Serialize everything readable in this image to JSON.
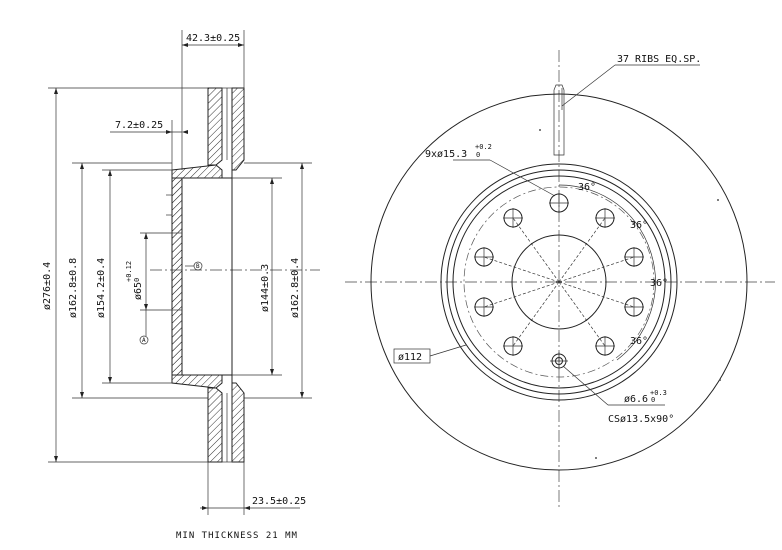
{
  "dimensions": {
    "overall_width": "42.3±0.25",
    "hub_thickness": "7.2±0.25",
    "disc_diameter": "ø276±0.4",
    "hat_diameter_left": "ø162.8±0.8",
    "hat_inner_diameter": "ø154.2±0.4",
    "center_bore": "ø65",
    "center_bore_tol": "+0.12",
    "center_bore_tol_low": "0",
    "inner_hat_diameter": "ø144±0.3",
    "hat_diameter_right": "ø162.8±0.4",
    "disc_thickness": "23.5±0.25",
    "ribs": "37 RIBS EQ.SP.",
    "bolt_holes": "9xø15.3",
    "bolt_holes_tol": "+0.2",
    "bolt_holes_tol_low": "0",
    "angle_1": "36°",
    "angle_2": "36°",
    "angle_3": "36°",
    "angle_4": "36°",
    "pcd": "ø112",
    "pin_hole": "ø6.6",
    "pin_hole_tol": "+0.3",
    "pin_hole_tol_low": "0",
    "countersink": "CSø13.5x90°"
  },
  "datums": {
    "a": "A",
    "b": "B"
  },
  "notes": {
    "min_thickness": "MIN THICKNESS 21 MM"
  }
}
